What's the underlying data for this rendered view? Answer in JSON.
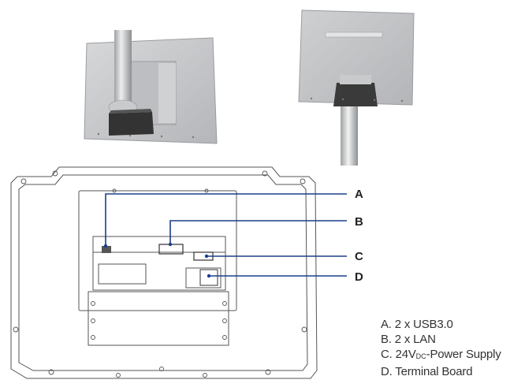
{
  "callouts": {
    "a": {
      "letter": "A"
    },
    "b": {
      "letter": "B"
    },
    "c": {
      "letter": "C"
    },
    "d": {
      "letter": "D"
    }
  },
  "legend": {
    "a": {
      "text": "A. 2 x USB3.0"
    },
    "b": {
      "text": "B. 2 x LAN"
    },
    "c": {
      "prefix": "C. 24V",
      "sub": "DC",
      "suffix": "-Power Supply"
    },
    "d": {
      "text": "D. Terminal Board"
    }
  },
  "colors": {
    "callout_line": "#1a3e8c",
    "panel_grey": "#c8c9cb",
    "bracket_dark": "#3a3a3a",
    "drawing_line": "#555555"
  }
}
